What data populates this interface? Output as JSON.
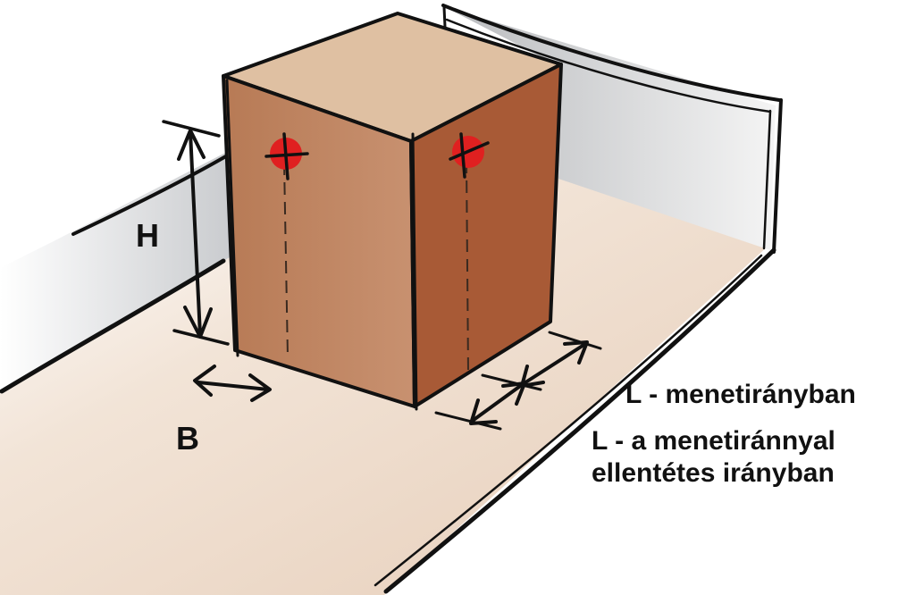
{
  "labels": {
    "height": "H",
    "width": "B",
    "length_forward": "L - menetirányban",
    "length_reverse_line1": "L - a menetiránnyal",
    "length_reverse_line2": "ellentétes irányban"
  },
  "colors": {
    "floor": "#e8d2bf",
    "wall": "#d4d6d8",
    "box_top": "#dfc0a2",
    "box_front": "#bf8862",
    "box_side": "#a85a36",
    "marker": "#e02020",
    "outline": "#111111"
  },
  "icons": [
    "crosshair-marker-icon",
    "crosshair-marker-icon",
    "double-arrow-icon",
    "double-arrow-icon",
    "double-arrow-icon",
    "double-arrow-icon"
  ]
}
